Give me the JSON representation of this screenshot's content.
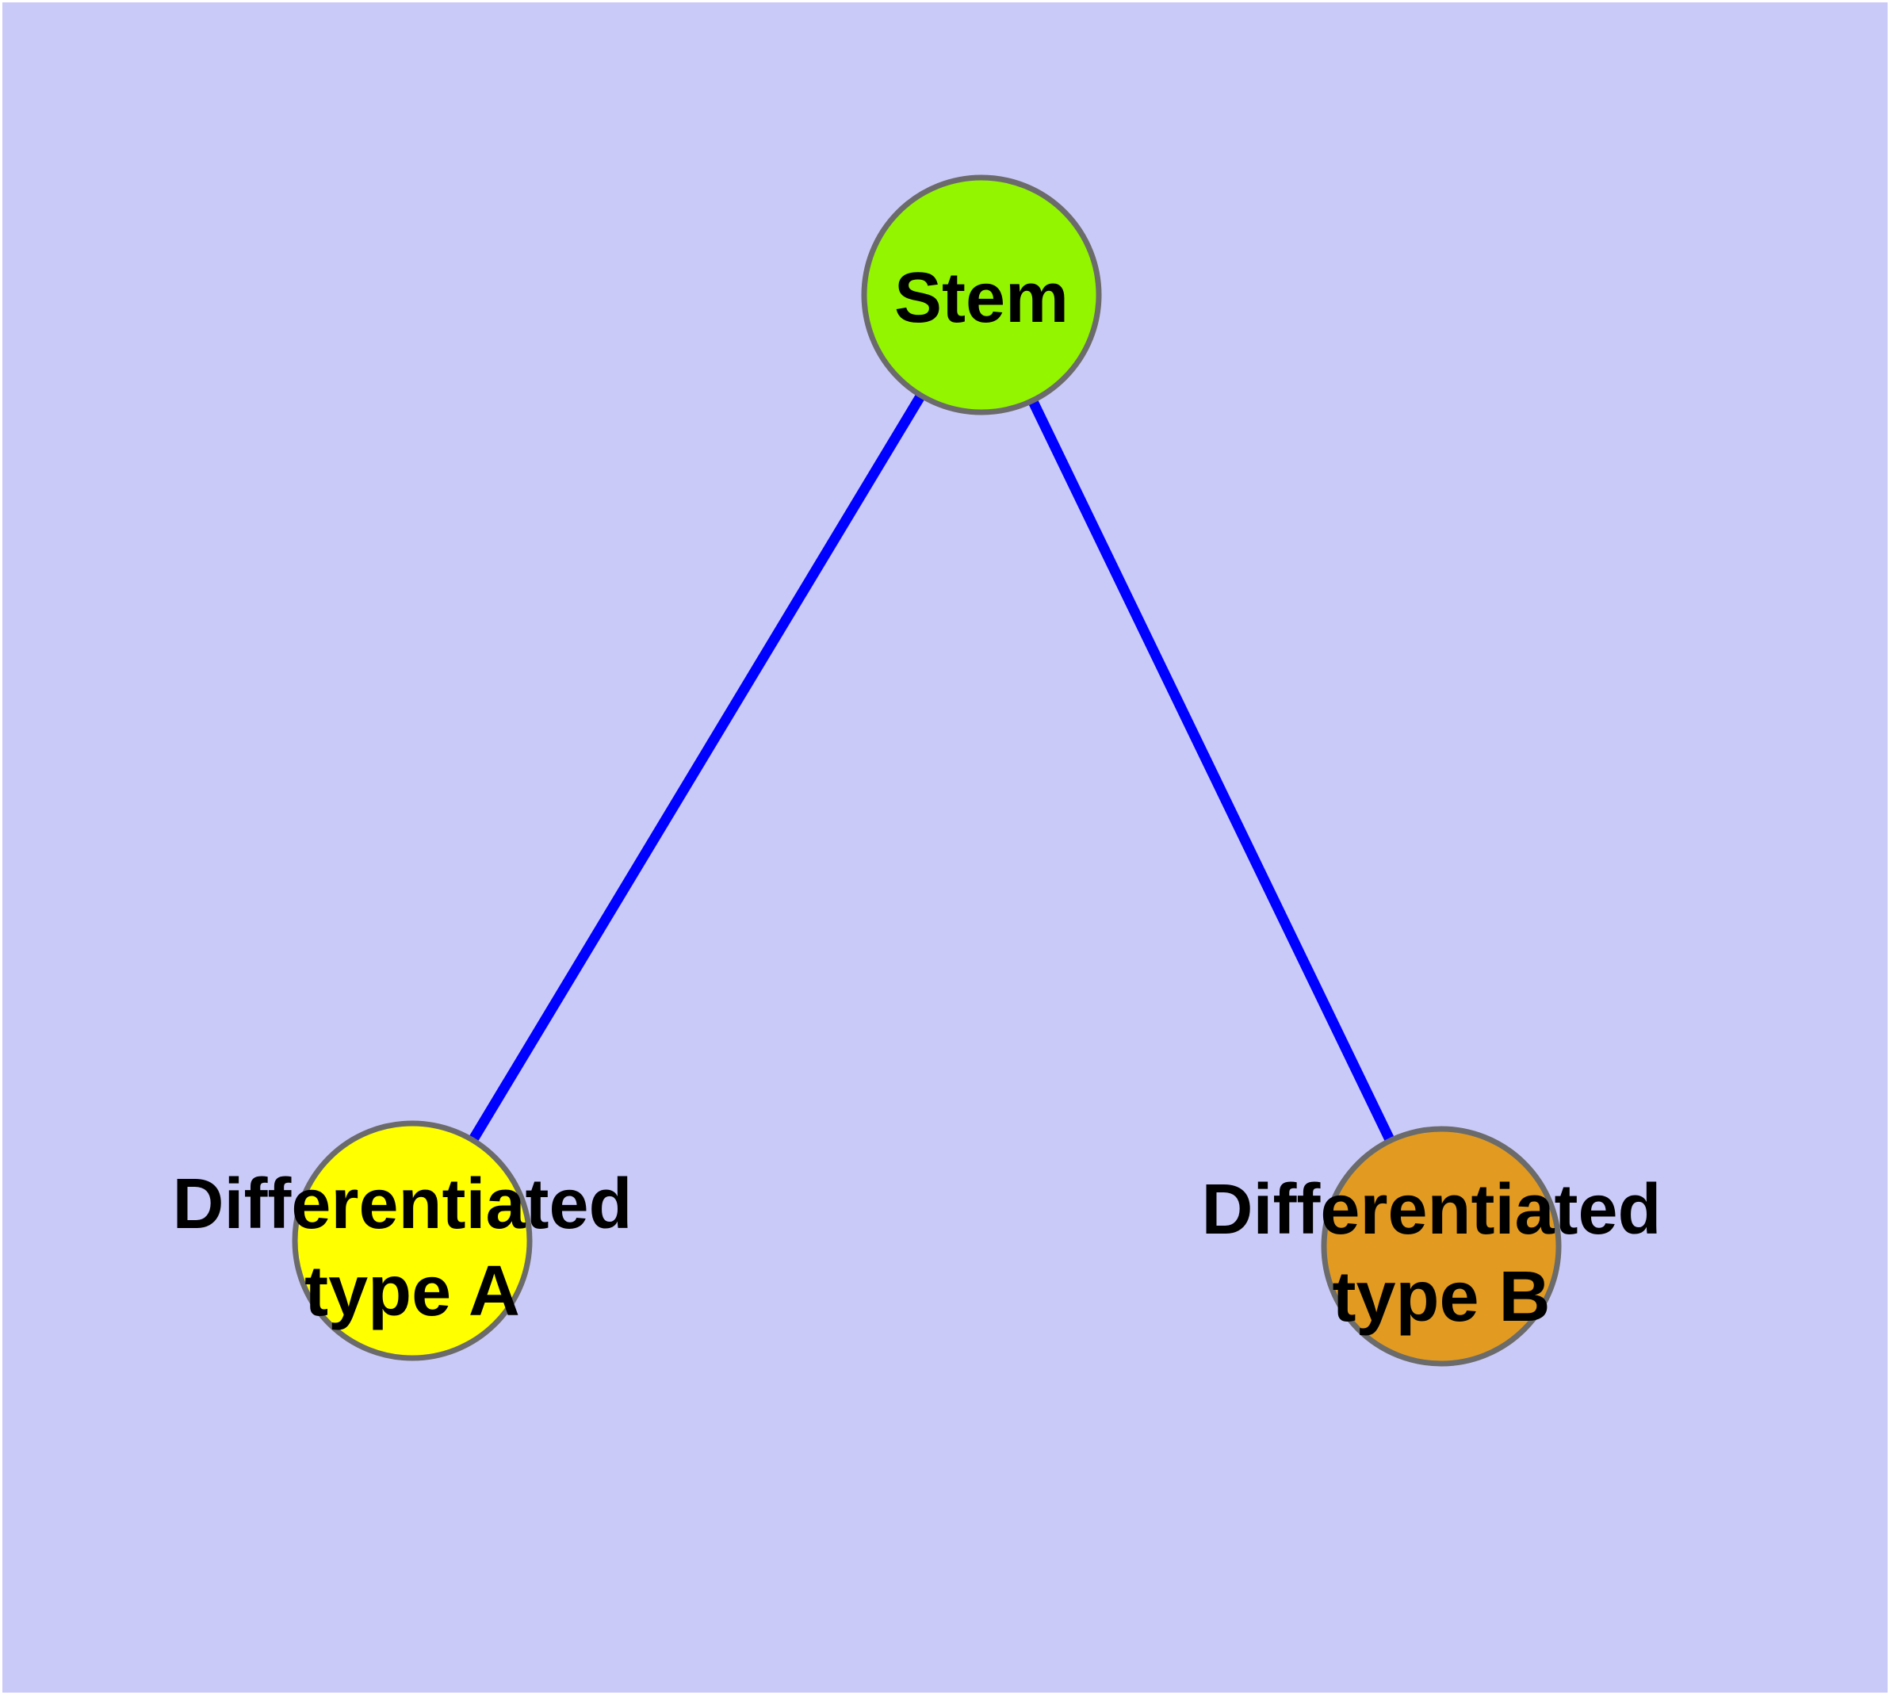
{
  "diagram": {
    "background_color": "#cacaf8",
    "frame_color": "#ffffff",
    "edge_color": "#0000ff",
    "node_border_color": "#6b6b6b",
    "label_color": "#000000",
    "nodes": [
      {
        "id": "stem",
        "label": "Stem",
        "lines": [
          "Stem"
        ],
        "fill": "#93f500",
        "shape": "circle"
      },
      {
        "id": "differentiated-type-a",
        "label": "Differentiated type A",
        "lines": [
          "Differentiated",
          "type A"
        ],
        "fill": "#ffff00",
        "shape": "circle"
      },
      {
        "id": "differentiated-type-b",
        "label": "Differentiated type B",
        "lines": [
          "Differentiated",
          "type B"
        ],
        "fill": "#e29b20",
        "shape": "circle"
      }
    ],
    "edges": [
      {
        "from": "Stem",
        "to": "Differentiated type A"
      },
      {
        "from": "Stem",
        "to": "Differentiated type B"
      }
    ]
  }
}
